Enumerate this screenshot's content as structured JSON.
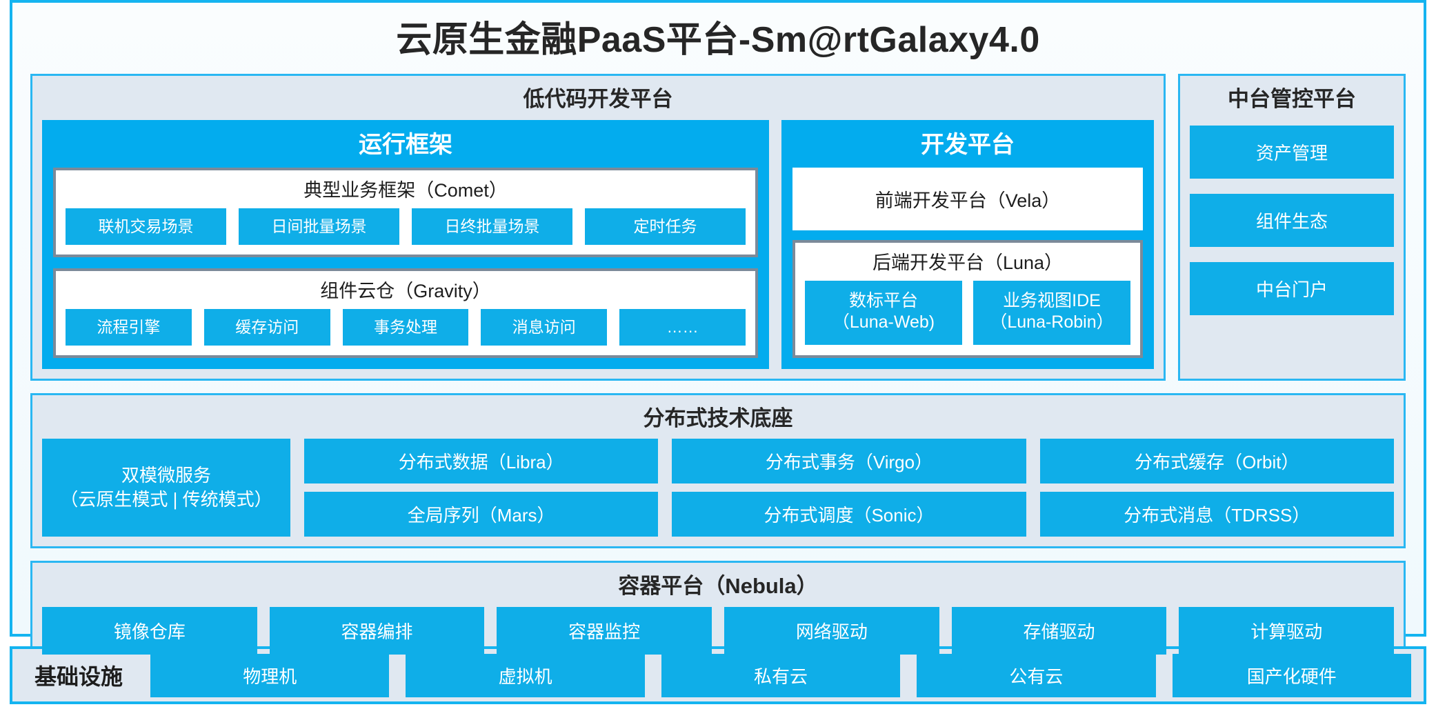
{
  "title": "云原生金融PaaS平台-Sm@rtGalaxy4.0",
  "colors": {
    "accent_blue": "#0FAEE8",
    "card_blue": "#03ACEE",
    "panel_bg": "#E0E8F1",
    "panel_border": "#2AB7F2",
    "shell_border": "#14B4F0",
    "inner_border": "#7C8A99",
    "white": "#FFFFFF"
  },
  "lowcode": {
    "title": "低代码开发平台",
    "runtime": {
      "title": "运行框架",
      "comet": {
        "title": "典型业务框架（Comet）",
        "items": [
          "联机交易场景",
          "日间批量场景",
          "日终批量场景",
          "定时任务"
        ]
      },
      "gravity": {
        "title": "组件云仓（Gravity）",
        "items": [
          "流程引擎",
          "缓存访问",
          "事务处理",
          "消息访问",
          "……"
        ]
      }
    },
    "devplatform": {
      "title": "开发平台",
      "vela": "前端开发平台（Vela）",
      "luna": {
        "title": "后端开发平台（Luna）",
        "items": [
          {
            "name": "数标平台",
            "sub": "（Luna-Web)"
          },
          {
            "name": "业务视图IDE",
            "sub": "（Luna-Robin）"
          }
        ]
      }
    }
  },
  "control": {
    "title": "中台管控平台",
    "items": [
      "资产管理",
      "组件生态",
      "中台门户"
    ]
  },
  "distributed": {
    "title": "分布式技术底座",
    "microservice": {
      "line1": "双模微服务",
      "line2": "（云原生模式 | 传统模式）"
    },
    "columns": [
      [
        "分布式数据（Libra）",
        "全局序列（Mars）"
      ],
      [
        "分布式事务（Virgo）",
        "分布式调度（Sonic）"
      ],
      [
        "分布式缓存（Orbit）",
        "分布式消息（TDRSS）"
      ]
    ]
  },
  "container": {
    "title": "容器平台（Nebula）",
    "items": [
      "镜像仓库",
      "容器编排",
      "容器监控",
      "网络驱动",
      "存储驱动",
      "计算驱动"
    ]
  },
  "infrastructure": {
    "label": "基础设施",
    "items": [
      "物理机",
      "虚拟机",
      "私有云",
      "公有云",
      "国产化硬件"
    ]
  }
}
